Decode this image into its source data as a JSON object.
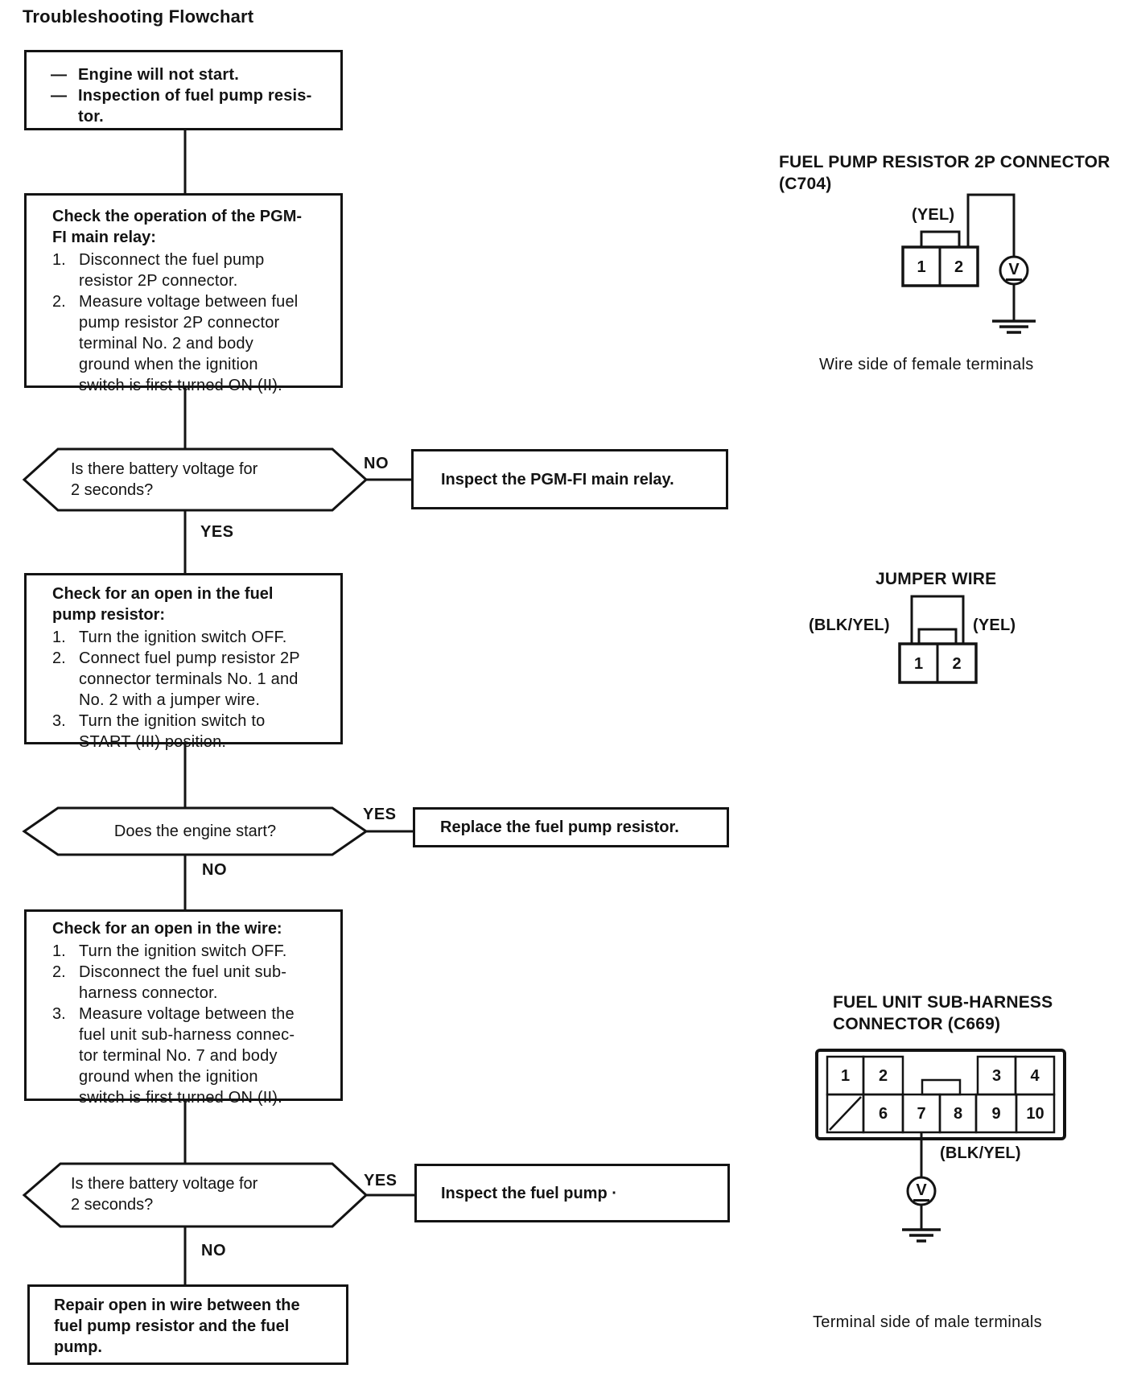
{
  "page": {
    "title": "Troubleshooting Flowchart"
  },
  "flow": {
    "start": {
      "bullet": "—",
      "lines": [
        "Engine will not start.",
        "Inspection of fuel pump resis-\ntor."
      ]
    },
    "step1": {
      "heading": "Check the operation of the PGM-\nFI main relay:",
      "items": [
        {
          "num": "1.",
          "text": "Disconnect the fuel pump\nresistor 2P connector."
        },
        {
          "num": "2.",
          "text": "Measure voltage between fuel\npump resistor 2P connector\nterminal No. 2 and body\nground when the ignition\nswitch is first turned ON (II)."
        }
      ]
    },
    "decision1": {
      "text": "Is there battery voltage for\n2 seconds?",
      "no": "NO",
      "yes": "YES"
    },
    "result1": {
      "text": "Inspect the PGM-FI main relay."
    },
    "step2": {
      "heading": "Check for an open in the fuel\npump resistor:",
      "items": [
        {
          "num": "1.",
          "text": "Turn the ignition switch OFF."
        },
        {
          "num": "2.",
          "text": "Connect fuel pump resistor 2P\nconnector terminals No. 1 and\nNo. 2 with a jumper wire."
        },
        {
          "num": "3.",
          "text": "Turn the ignition switch to\nSTART (III) position."
        }
      ]
    },
    "decision2": {
      "text": "Does the engine start?",
      "yes": "YES",
      "no": "NO"
    },
    "result2": {
      "text": "Replace the fuel pump resistor."
    },
    "step3": {
      "heading": "Check for an open in the wire:",
      "items": [
        {
          "num": "1.",
          "text": "Turn the ignition switch OFF."
        },
        {
          "num": "2.",
          "text": "Disconnect the fuel unit sub-\nharness connector."
        },
        {
          "num": "3.",
          "text": "Measure voltage between the\nfuel unit sub-harness connec-\ntor terminal No. 7 and body\nground when the ignition\nswitch is first turned ON (II)."
        }
      ]
    },
    "decision3": {
      "text": "Is there battery voltage for\n2 seconds?",
      "yes": "YES",
      "no": "NO"
    },
    "result3": {
      "text": "Inspect the fuel pump ·"
    },
    "end": {
      "text": "Repair open in wire between the\nfuel pump resistor and the fuel\npump."
    }
  },
  "diagrams": {
    "c704": {
      "title": "FUEL PUMP RESISTOR 2P CONNECTOR\n(C704)",
      "wire_label": "(YEL)",
      "terminals": [
        "1",
        "2"
      ],
      "meter_label": "V",
      "caption": "Wire side of female terminals"
    },
    "jumper": {
      "title": "JUMPER WIRE",
      "left_label": "(BLK/YEL)",
      "right_label": "(YEL)",
      "terminals": [
        "1",
        "2"
      ]
    },
    "c669": {
      "title": "FUEL UNIT SUB-HARNESS\nCONNECTOR (C669)",
      "top_terminals": [
        "1",
        "2",
        "3",
        "4"
      ],
      "bottom_terminals": [
        "6",
        "7",
        "8",
        "9",
        "10"
      ],
      "wire_label": "(BLK/YEL)",
      "meter_label": "V",
      "caption": "Terminal side of male terminals"
    }
  },
  "colors": {
    "ink": "#131313",
    "paper": "#ffffff"
  }
}
